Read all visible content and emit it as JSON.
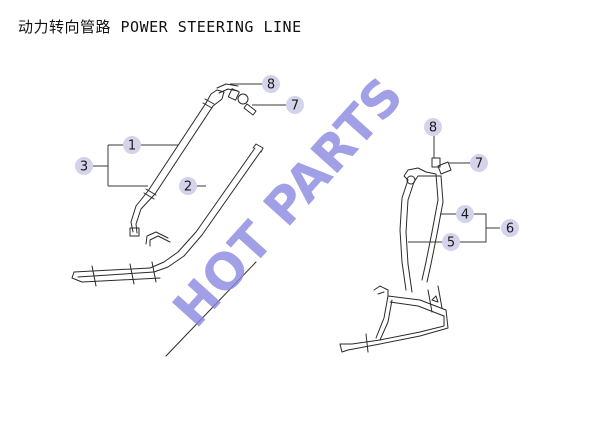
{
  "title": "动力转向管路 POWER STEERING LINE",
  "watermark": "HOT PARTS",
  "callouts": [
    {
      "label": "1"
    },
    {
      "label": "2"
    },
    {
      "label": "3"
    },
    {
      "label": "4"
    },
    {
      "label": "5"
    },
    {
      "label": "6"
    },
    {
      "label": "7"
    },
    {
      "label": "7"
    },
    {
      "label": "8"
    },
    {
      "label": "8"
    }
  ],
  "colors": {
    "line": "#2a2a2a",
    "callout_fill": "#d4d3ec",
    "callout_text": "#1a1a1a",
    "watermark": "#8a87e0"
  }
}
